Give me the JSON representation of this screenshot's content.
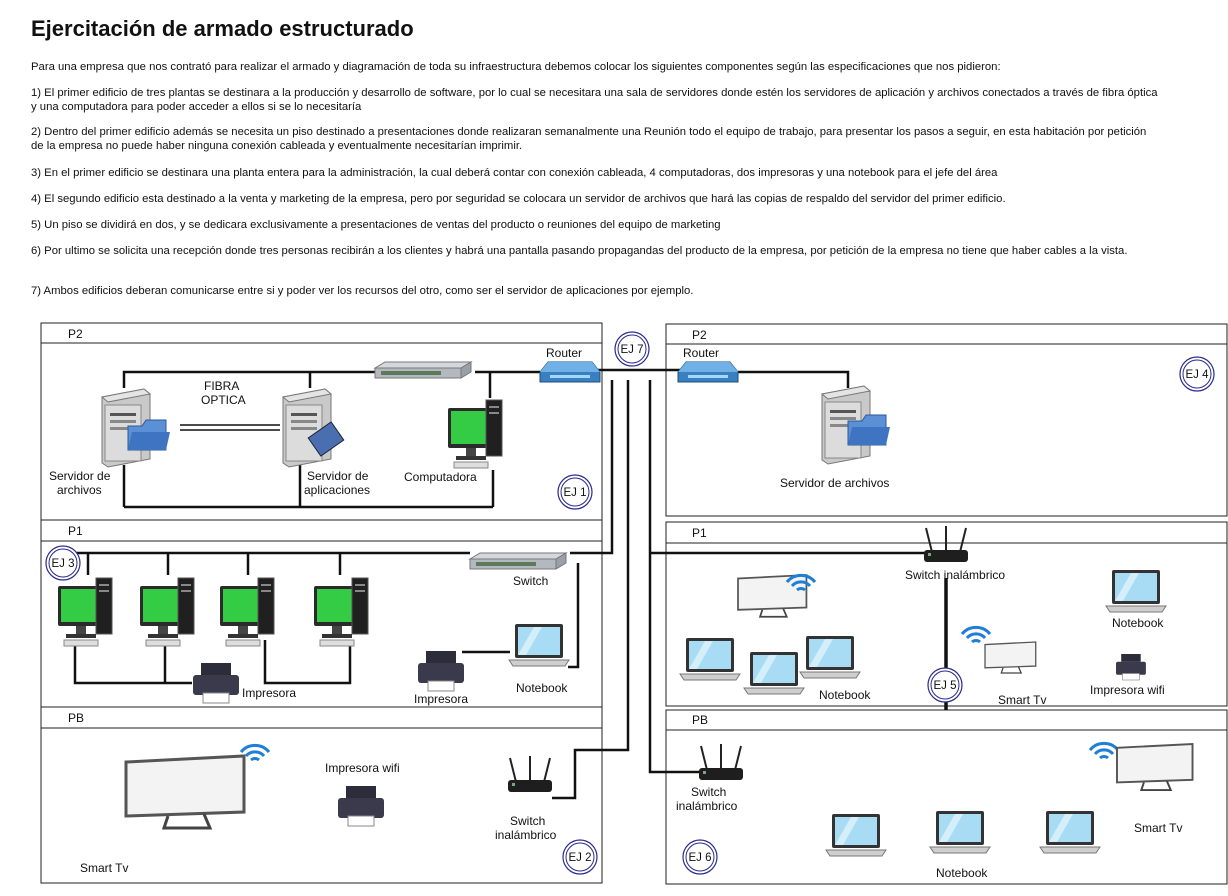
{
  "title": "Ejercitación de armado estructurado",
  "intro": "Para una empresa que  nos contrató para realizar el armado y diagramación de toda su infraestructura debemos colocar los siguientes componentes según las especificaciones que nos pidieron:",
  "items": [
    "1) El primer edificio de tres plantas se destinara a la producción y desarrollo de software, por lo cual se necesitara una sala de servidores donde estén los servidores de aplicación y archivos conectados a través de fibra óptica y una computadora para poder acceder a ellos si se lo necesitaría",
    "2) Dentro del primer edificio además se necesita un piso destinado a presentaciones donde realizaran semanalmente una Reunión todo el equipo de trabajo, para presentar los pasos a seguir, en esta habitación por petición de la empresa no puede haber ninguna conexión cableada y eventualmente necesitarían imprimir.",
    "3) En el primer edificio se destinara una planta entera para la administración, la cual deberá contar con conexión cableada, 4 computadoras, dos impresoras y una notebook para el jefe del área",
    "4) El segundo edificio esta destinado a la venta y marketing de la empresa, pero por seguridad se colocara un servidor de archivos que hará las copias de respaldo del servidor del primer edificio.",
    "5) Un piso se dividirá en dos, y se dedicara exclusivamente a presentaciones de ventas del producto o reuniones del equipo de marketing",
    "6) Por ultimo se solicita una recepción donde tres personas recibirán a los clientes y habrá una pantalla pasando propagandas del producto de la empresa, por petición de la empresa no tiene que haber cables a la vista.",
    "7) Ambos edificios deberan comunicarse entre si y poder ver los recursos del otro, como ser el servidor de aplicaciones por ejemplo."
  ],
  "floors": {
    "p2": "P2",
    "p1": "P1",
    "pb": "PB"
  },
  "badges": {
    "ej1": "EJ 1",
    "ej2": "EJ 2",
    "ej3": "EJ 3",
    "ej4": "EJ 4",
    "ej5": "EJ 5",
    "ej6": "EJ 6",
    "ej7": "EJ 7"
  },
  "labels": {
    "fibra1": "FIBRA",
    "fibra2": "OPTICA",
    "router": "Router",
    "servidor_archivos_1": "Servidor de",
    "servidor_archivos_2": "archivos",
    "servidor_app_1": "Servidor de",
    "servidor_app_2": "aplicaciones",
    "computadora": "Computadora",
    "switch": "Switch",
    "impresora": "Impresora",
    "notebook": "Notebook",
    "impresora_wifi": "Impresora wifi",
    "switch_inal_1": "Switch",
    "switch_inal_2": "inalámbrico",
    "switch_inalambrico": "Switch inalámbrico",
    "smart_tv": "Smart Tv",
    "servidor_de_archivos": "Servidor de archivos"
  },
  "colors": {
    "screen": "#33cc44",
    "wifi": "#1e7fd8",
    "badge": "#2a2a8c",
    "cable": "#111111"
  }
}
